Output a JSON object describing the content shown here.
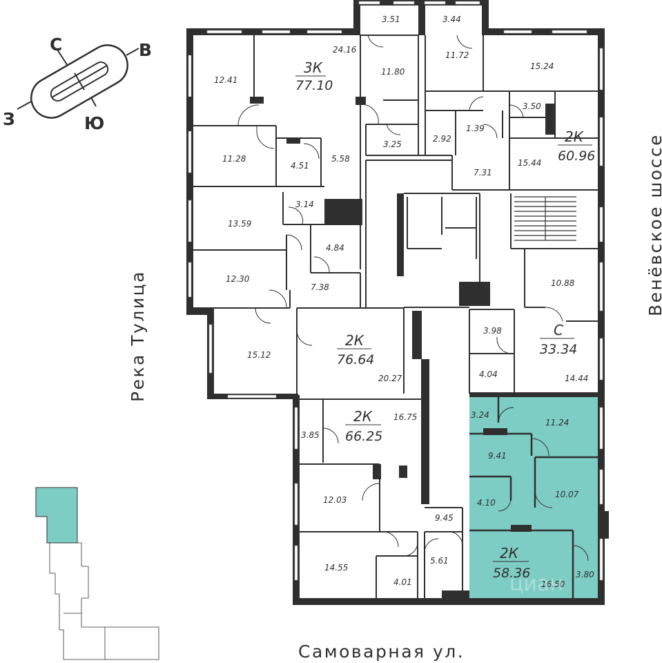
{
  "compass": {
    "north": "С",
    "east": "В",
    "south": "Ю",
    "west": "З"
  },
  "streets": {
    "bottom": "Самоварная ул.",
    "left": "Река Тулица",
    "right": "Венёвское шоссе"
  },
  "colors": {
    "highlight": "#7ecdc4",
    "wall": "#2f2f2f",
    "thin_line": "#2f2f2f"
  },
  "apartments": [
    {
      "type": "3К",
      "area": "77.10"
    },
    {
      "type": "2К",
      "area": "60.96"
    },
    {
      "type": "2К",
      "area": "76.64"
    },
    {
      "type": "С",
      "area": "33.34"
    },
    {
      "type": "2К",
      "area": "66.25"
    },
    {
      "type": "2К",
      "area": "58.36",
      "highlighted": true
    }
  ],
  "rooms": [
    "3.51",
    "3.44",
    "24.16",
    "11.72",
    "15.24",
    "12.41",
    "11.80",
    "3.50",
    "1.39",
    "3.25",
    "2.92",
    "11.28",
    "4.51",
    "5.58",
    "7.31",
    "15.44",
    "3.14",
    "13.59",
    "4.84",
    "12.30",
    "7.38",
    "10.88",
    "3.98",
    "15.12",
    "20.27",
    "4.04",
    "14.44",
    "3.24",
    "11.24",
    "16.75",
    "3.85",
    "9.41",
    "12.03",
    "4.10",
    "10.07",
    "9.45",
    "14.55",
    "5.61",
    "4.01",
    "16.50",
    "3.80"
  ],
  "watermark": "циан"
}
